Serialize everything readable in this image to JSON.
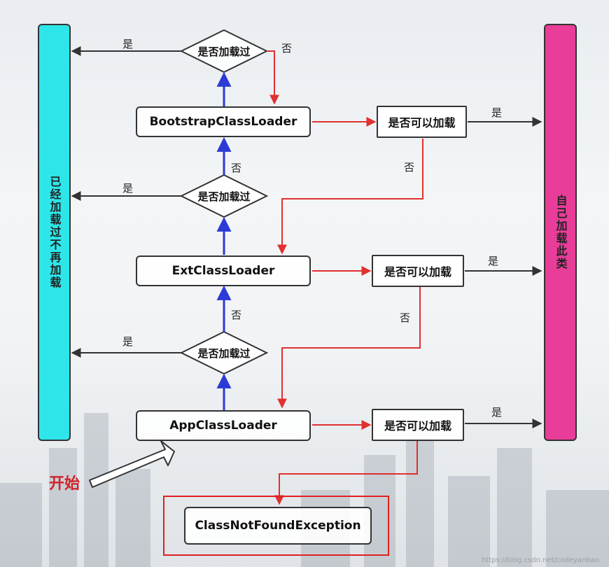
{
  "left_bar": "已经加载过不再加载",
  "right_bar": "自己加载此类",
  "loaders": {
    "bootstrap": "BootstrapClassLoader",
    "ext": "ExtClassLoader",
    "app": "AppClassLoader"
  },
  "loaded_check": "是否加载过",
  "can_load_check": "是否可以加载",
  "yes": "是",
  "no": "否",
  "start": "开始",
  "exception": "ClassNotFoundException",
  "watermark": "https://blog.csdn.net/codeyanbao"
}
